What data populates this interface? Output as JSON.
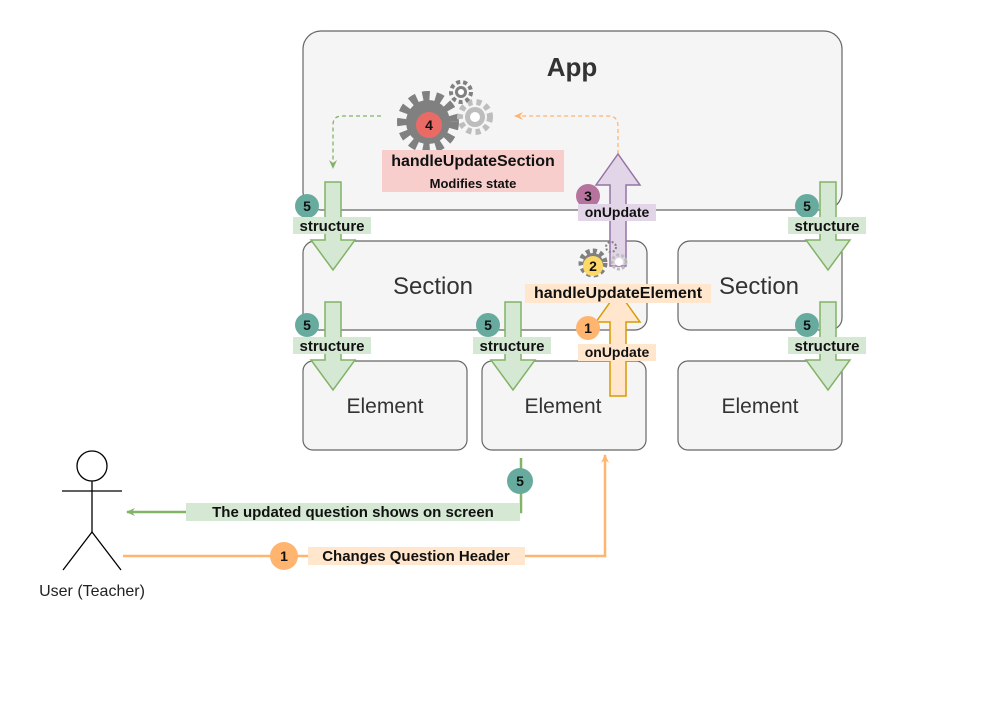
{
  "app": {
    "title": "App"
  },
  "sections": [
    "Section",
    "Section"
  ],
  "elements": [
    "Element",
    "Element",
    "Element"
  ],
  "handlers": {
    "section": {
      "name": "handleUpdateSection",
      "note": "Modifies state",
      "step": "4"
    },
    "element": {
      "name": "handleUpdateElement",
      "step": "2"
    }
  },
  "events": {
    "on_update_app": {
      "label": "onUpdate",
      "step": "3"
    },
    "on_update_section": {
      "label": "onUpdate",
      "step": "1"
    }
  },
  "structure": {
    "label": "structure",
    "step": "5"
  },
  "user": {
    "label": "User (Teacher)",
    "action": "Changes Question Header",
    "action_step": "1",
    "result": "The updated question shows on screen",
    "result_step": "5"
  },
  "colors": {
    "green": "#82b366",
    "green_fill": "#d5e8d4",
    "teal_circle": "#67ab9f",
    "orange": "#ffb570",
    "orange_fill": "#ffe6cc",
    "purple": "#b5739d",
    "purple_fill": "#e1d5e7",
    "red_circle": "#ea6b66",
    "pink_fill": "#f8cecc",
    "yellow_circle": "#ffd966",
    "gear_dark": "#808080",
    "gear_light": "#bdbdbd"
  }
}
